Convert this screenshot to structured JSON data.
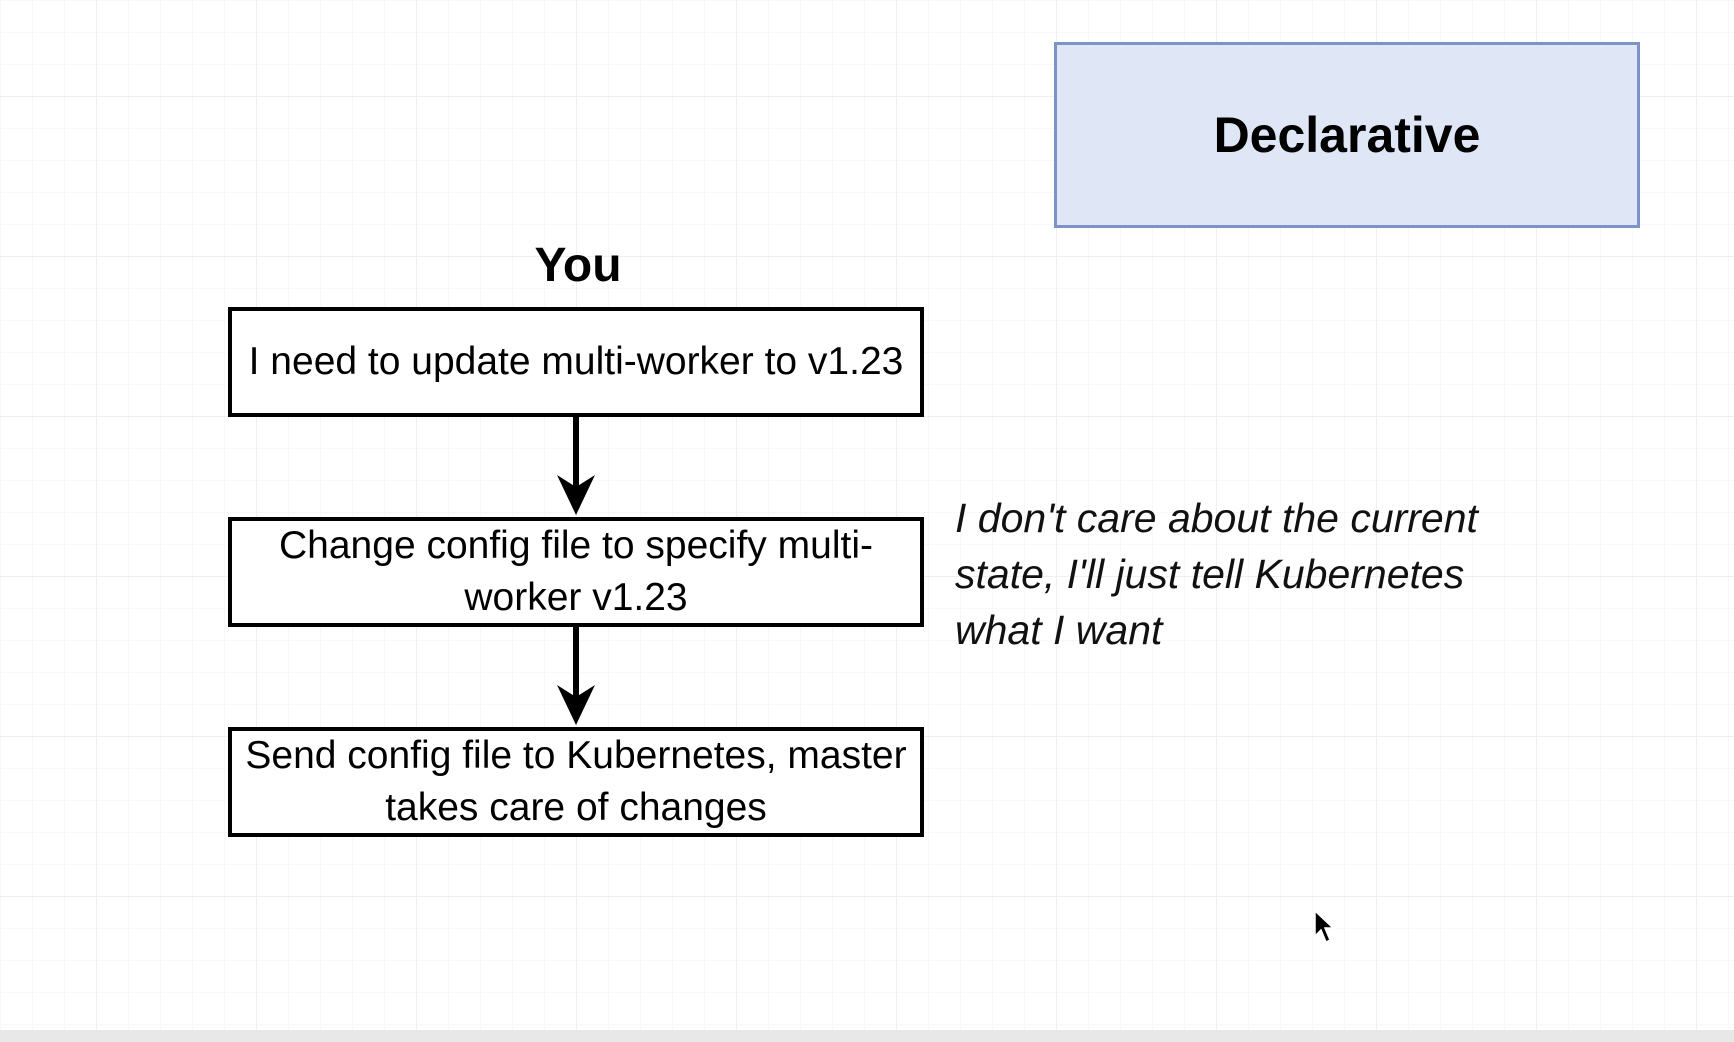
{
  "diagram": {
    "title": "Declarative",
    "heading": "You",
    "steps": [
      {
        "text": "I need to update multi-worker to v1.23"
      },
      {
        "text": "Change config file to specify multi-worker v1.23"
      },
      {
        "text": "Send config file to Kubernetes, master takes care of changes"
      }
    ],
    "note": "I don't care about the current state, I'll just tell Kubernetes what I want"
  },
  "colors": {
    "title_fill": "#dfe7f7",
    "title_border": "#7d93c5",
    "box_border": "#000000",
    "arrow": "#000000"
  },
  "icons": {
    "cursor": "mouse-pointer-icon",
    "connector": "arrow-down-icon"
  }
}
